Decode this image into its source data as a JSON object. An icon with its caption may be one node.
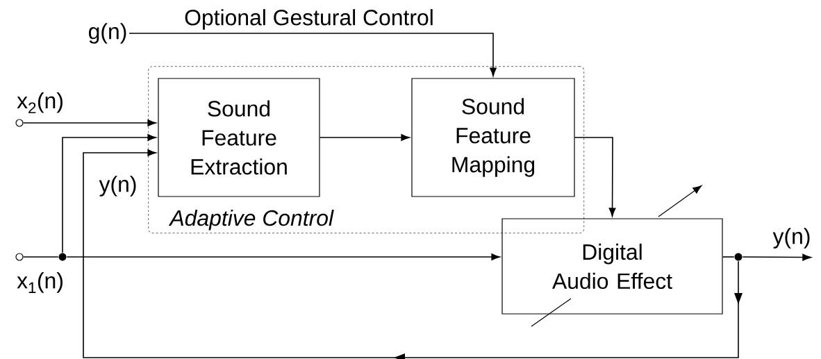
{
  "diagram": {
    "nodes": [
      {
        "text": [
          "Adaptive Control"
        ]
      },
      {
        "text": [
          "Sound Feature Extraction"
        ],
        "in": 0
      },
      {
        "text": [
          "Sound Feature Mapping"
        ],
        "in": 0
      },
      {
        "text": [
          "Digital Audio Effect"
        ]
      },
      {
        "text": [
          "g(n)"
        ]
      },
      {
        "text": [],
        "shape": "circle"
      },
      {
        "text": [],
        "shape": "circle"
      },
      {
        "text": [],
        "shape": "dot"
      },
      {
        "text": [],
        "shape": "dot"
      },
      {
        "text": [
          "y(n)"
        ]
      }
    ],
    "edges": [
      {
        "from": 4,
        "to": 2,
        "arrow": "to",
        "label": "Optional Gestural Control"
      },
      {
        "from": 5,
        "to": 1,
        "arrow": "to"
      },
      {
        "from": 7,
        "to": 1,
        "arrow": "to"
      },
      {
        "from": 8,
        "to": 1,
        "arrow": "to"
      },
      {
        "from": 1,
        "to": 2,
        "arrow": "to"
      },
      {
        "from": 6,
        "to": 7,
        "arrow": "none"
      },
      {
        "from": 7,
        "to": 3,
        "arrow": "to"
      },
      {
        "from": 2,
        "to": 3,
        "arrow": "to"
      },
      {
        "from": 3,
        "to": 8,
        "arrow": "none"
      },
      {
        "from": 8,
        "to": 9,
        "arrow": "to"
      }
    ],
    "labels": [
      "x$_{2}$(n)",
      "y(n)",
      "x$_{1}$(n)"
    ]
  }
}
